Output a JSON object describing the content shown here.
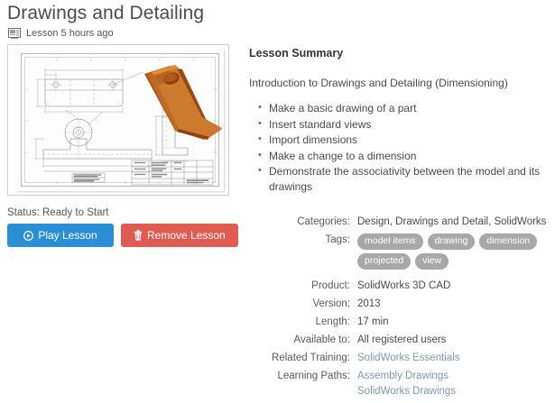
{
  "header": {
    "title": "Drawings and Detailing",
    "meta_icon": "lesson-screen-icon",
    "meta_text": "Lesson 5 hours ago"
  },
  "thumbnail": {
    "name": "lesson-drawing-thumbnail",
    "alt": "SolidWorks engineering drawing sheet with orange 3D bracket model"
  },
  "status": {
    "text": "Status: Ready to Start"
  },
  "actions": {
    "play_label": "Play Lesson",
    "play_icon": "play-circle-icon",
    "play_color": "#2a8fd4",
    "remove_label": "Remove Lesson",
    "remove_icon": "trash-icon",
    "remove_color": "#e05b52"
  },
  "summary": {
    "heading": "Lesson Summary",
    "intro": "Introduction to Drawings and Detailing (Dimensioning)",
    "bullets": [
      "Make a basic drawing of a part",
      "Insert standard views",
      "Import dimensions",
      "Make a change to a dimension",
      "Demonstrate the associativity between the model and its drawings"
    ]
  },
  "details": {
    "categories_label": "Categories:",
    "categories_value": "Design, Drawings and Detail, SolidWorks",
    "tags_label": "Tags:",
    "tags": [
      "model items",
      "drawing",
      "dimension",
      "projected",
      "view"
    ],
    "tag_color": "#a8a8a8",
    "product_label": "Product:",
    "product_value": "SolidWorks 3D CAD",
    "version_label": "Version:",
    "version_value": "2013",
    "length_label": "Length:",
    "length_value": "17 min",
    "available_label": "Available to:",
    "available_value": "All registered users",
    "related_label": "Related Training:",
    "related_links": [
      "SolidWorks Essentials"
    ],
    "paths_label": "Learning Paths:",
    "path_links": [
      "Assembly Drawings",
      "SolidWorks Drawings"
    ],
    "link_color": "#8198ad"
  }
}
